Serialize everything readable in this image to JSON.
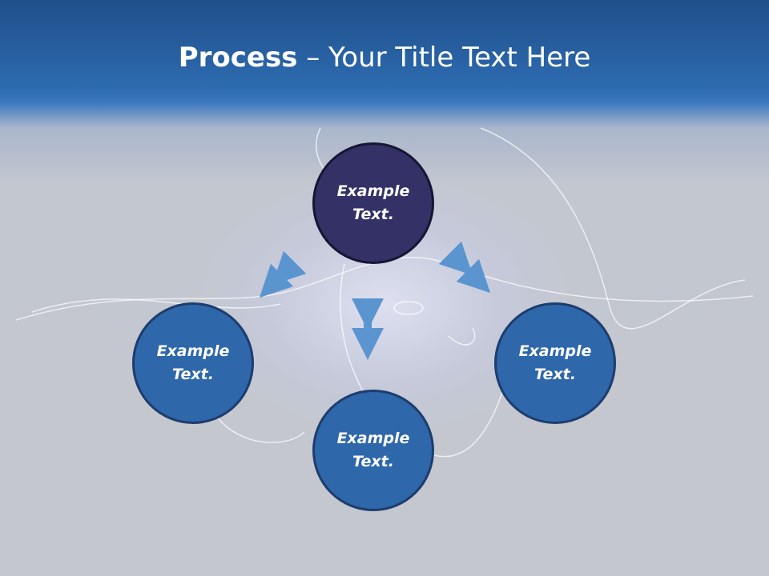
{
  "title": {
    "bold": "Process",
    "rest": " – Your Title Text Here"
  },
  "nodes": [
    {
      "line1": "Example",
      "line2": "Text."
    },
    {
      "line1": "Example",
      "line2": "Text."
    },
    {
      "line1": "Example",
      "line2": "Text."
    },
    {
      "line1": "Example",
      "line2": "Text."
    }
  ],
  "colors": {
    "top_node": "#333166",
    "node": "#2e67aa",
    "arrow": "#5b95d0"
  }
}
